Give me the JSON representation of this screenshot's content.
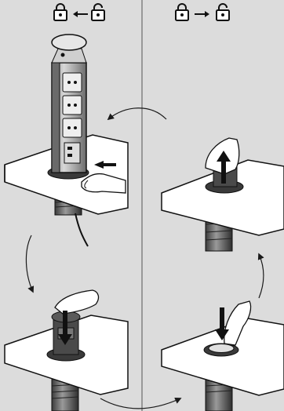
{
  "header": {
    "left": {
      "from_icon": "padlock-locked-icon",
      "arrow": "left",
      "to_icon": "padlock-unlocked-icon"
    },
    "right": {
      "from_icon": "padlock-locked-icon",
      "arrow": "right",
      "to_icon": "padlock-unlocked-icon"
    }
  },
  "sequence": {
    "left_column": [
      "tower-raised-unlocked",
      "press-down-to-retract"
    ],
    "right_column": [
      "press-cap-to-release",
      "pull-up-tower"
    ]
  },
  "colors": {
    "background": "#dcdcdc",
    "line": "#1a1a1a",
    "surface": "#ffffff",
    "metal_light": "#b0b0b0",
    "metal_dark": "#4a4a4a",
    "arrow_fill": "#111111"
  }
}
